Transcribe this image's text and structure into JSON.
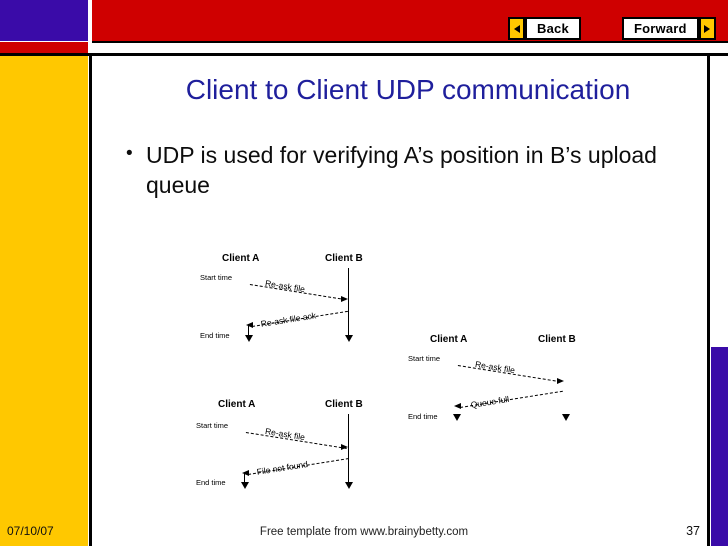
{
  "slide": {
    "title": "Client to Client UDP communication",
    "bullet_marker": "•",
    "bullet_text": "UDP is used for verifying A’s position in B’s upload queue"
  },
  "nav": {
    "back_label": "Back",
    "forward_label": "Forward",
    "back_arrow_icon": "triangle-left-icon",
    "forward_arrow_icon": "triangle-right-icon"
  },
  "colors": {
    "purple": "#3a0ba8",
    "red": "#cf0000",
    "yellow": "#ffc800",
    "title_blue": "#1f1f9c",
    "black": "#000000"
  },
  "diagrams": [
    {
      "id": "diagram-1",
      "left_actor": "Client A",
      "right_actor": "Client B",
      "start_label": "Start time",
      "end_label": "End time",
      "messages": [
        {
          "text": "Re-ask file",
          "direction": "left-to-right"
        },
        {
          "text": "Re-ask file ack",
          "direction": "right-to-left"
        }
      ]
    },
    {
      "id": "diagram-2",
      "left_actor": "Client A",
      "right_actor": "Client B",
      "start_label": "Start time",
      "end_label": "End time",
      "messages": [
        {
          "text": "Re-ask file",
          "direction": "left-to-right"
        },
        {
          "text": "Queue full",
          "direction": "right-to-left"
        }
      ]
    },
    {
      "id": "diagram-3",
      "left_actor": "Client A",
      "right_actor": "Client B",
      "start_label": "Start time",
      "end_label": "End time",
      "messages": [
        {
          "text": "Re-ask file",
          "direction": "left-to-right"
        },
        {
          "text": "File not found",
          "direction": "right-to-left"
        }
      ]
    }
  ],
  "footer": {
    "date": "07/10/07",
    "credit": "Free template from www.brainybetty.com",
    "page_number": "37"
  }
}
